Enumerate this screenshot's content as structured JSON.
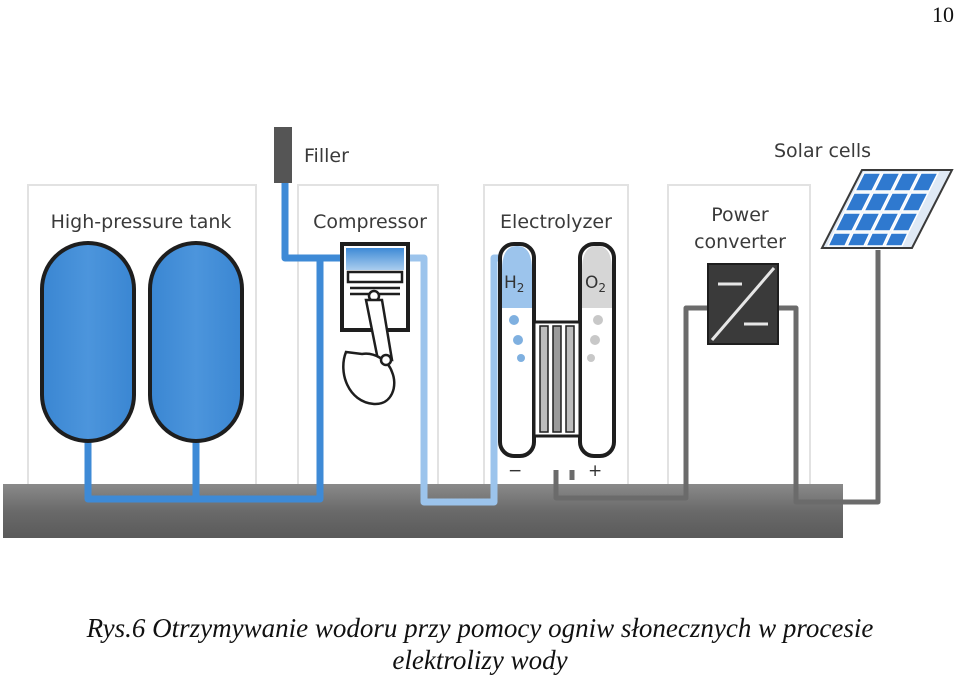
{
  "page_number": "10",
  "diagram": {
    "labels": {
      "filler": "Filler",
      "solar_cells": "Solar cells",
      "high_pressure_tank": "High-pressure tank",
      "compressor": "Compressor",
      "electrolyzer": "Electrolyzer",
      "power_converter_line1": "Power",
      "power_converter_line2": "converter",
      "h2": "H",
      "h2_sub": "2",
      "o2": "O",
      "o2_sub": "2",
      "minus": "−",
      "plus": "+"
    },
    "colors": {
      "hydrogen_blue": "#3e8ad6",
      "light_blue": "#9cc4ec",
      "wire_gray": "#6b6b6b",
      "ground_gray": "#6a6a6a",
      "dark_outline": "#1e1e1e"
    }
  },
  "caption": {
    "line1": "Rys.6 Otrzymywanie wodoru przy pomocy ogniw słonecznych w procesie",
    "line2": "elektrolizy wody"
  }
}
